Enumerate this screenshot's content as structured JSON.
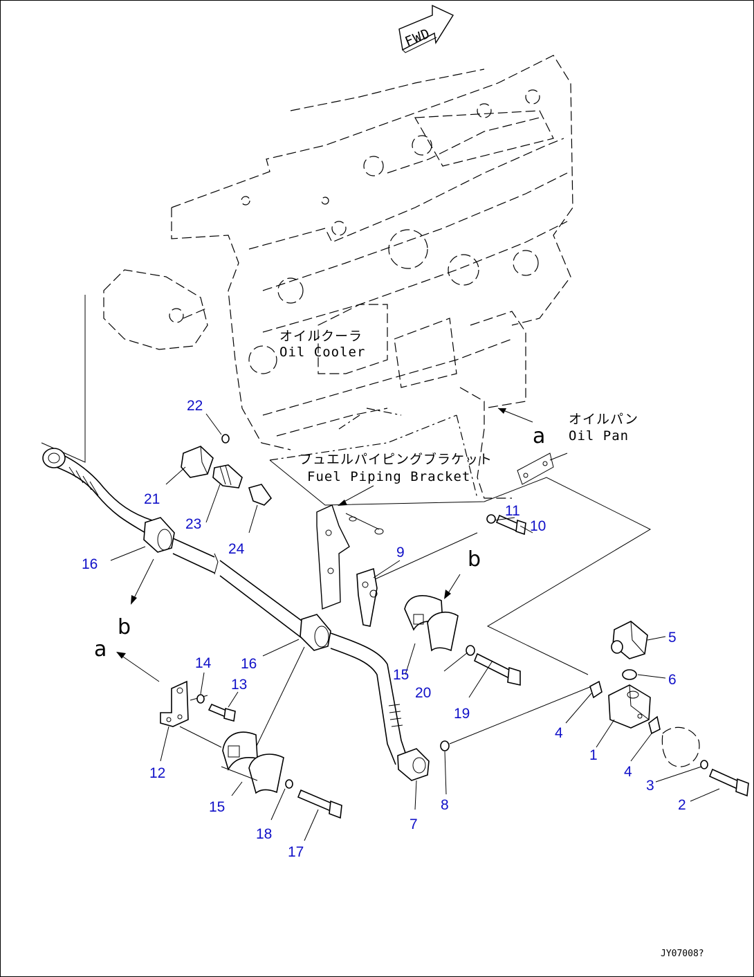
{
  "drawing": {
    "fwd_label": "FWD",
    "code": "JY07008?",
    "letter_a": "a",
    "letter_b": "b"
  },
  "labels": {
    "oil_cooler_jp": "オイルクーラ",
    "oil_cooler_en": "Oil Cooler",
    "oil_pan_jp": "オイルパン",
    "oil_pan_en": "Oil Pan",
    "fuel_bracket_jp": "フュエルパイピングブラケット",
    "fuel_bracket_en": "Fuel Piping Bracket"
  },
  "parts": [
    {
      "num": "1"
    },
    {
      "num": "2"
    },
    {
      "num": "3"
    },
    {
      "num": "4"
    },
    {
      "num": "4"
    },
    {
      "num": "5"
    },
    {
      "num": "6"
    },
    {
      "num": "7"
    },
    {
      "num": "8"
    },
    {
      "num": "9"
    },
    {
      "num": "10"
    },
    {
      "num": "11"
    },
    {
      "num": "12"
    },
    {
      "num": "13"
    },
    {
      "num": "14"
    },
    {
      "num": "15"
    },
    {
      "num": "15"
    },
    {
      "num": "16"
    },
    {
      "num": "16"
    },
    {
      "num": "17"
    },
    {
      "num": "18"
    },
    {
      "num": "19"
    },
    {
      "num": "20"
    },
    {
      "num": "21"
    },
    {
      "num": "22"
    },
    {
      "num": "23"
    },
    {
      "num": "24"
    }
  ]
}
